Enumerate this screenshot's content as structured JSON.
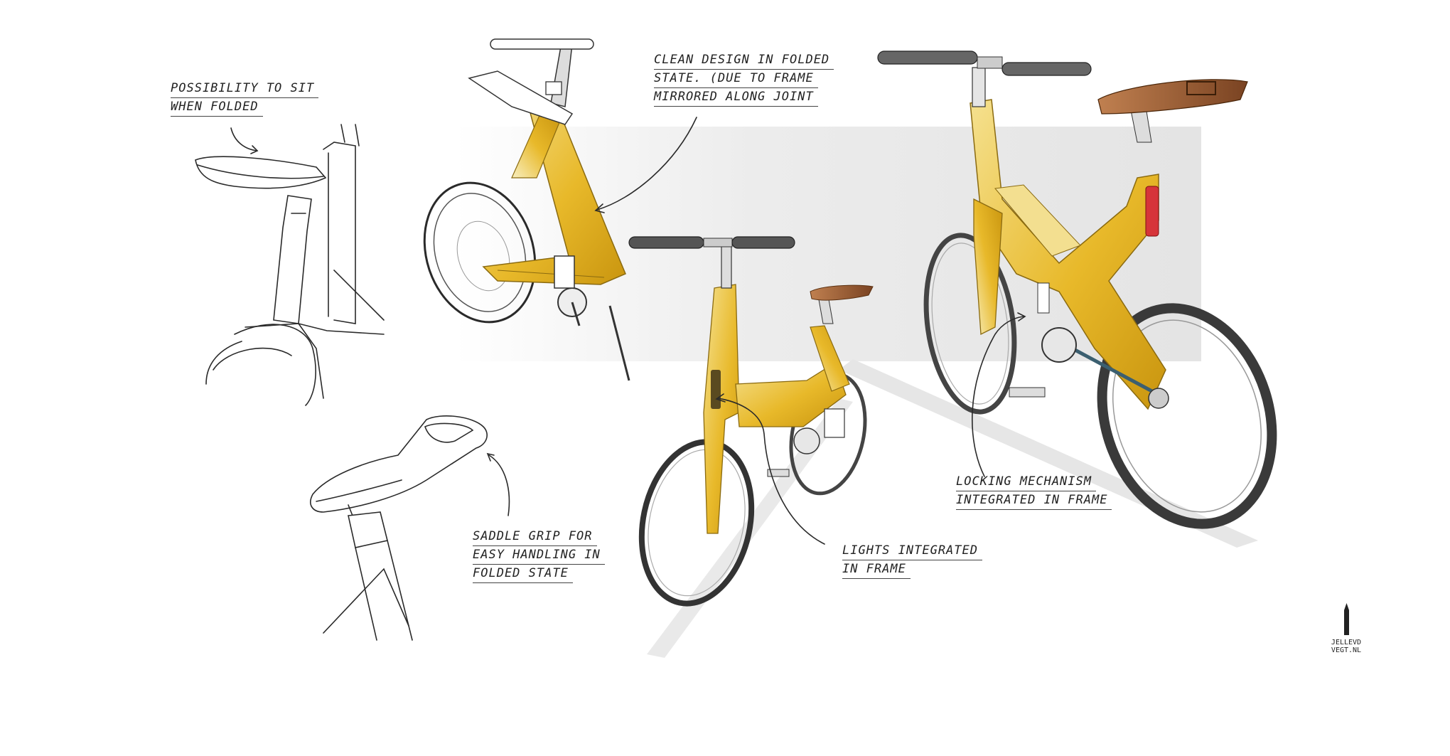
{
  "annotations": {
    "sit_folded": [
      "Possibility to sit",
      "when folded"
    ],
    "clean_design": [
      "Clean design in folded",
      "state. (due to frame",
      "mirrored along joint"
    ],
    "saddle_grip": [
      "Saddle grip for",
      "easy handling in",
      "folded state"
    ],
    "lights": [
      "Lights integrated",
      "in frame"
    ],
    "locking": [
      "Locking mechanism",
      "integrated in frame"
    ]
  },
  "signature": [
    "Jellevd",
    "vegt.nl"
  ],
  "colors": {
    "frame_yellow": "#e8b92a",
    "frame_shadow": "#b98a10",
    "frame_light": "#f6e9a8",
    "tire": "#3a3a3a",
    "saddle_brown": "#9a5a30",
    "reflector_red": "#d6343a",
    "sketch_line": "#2a2a2a"
  }
}
